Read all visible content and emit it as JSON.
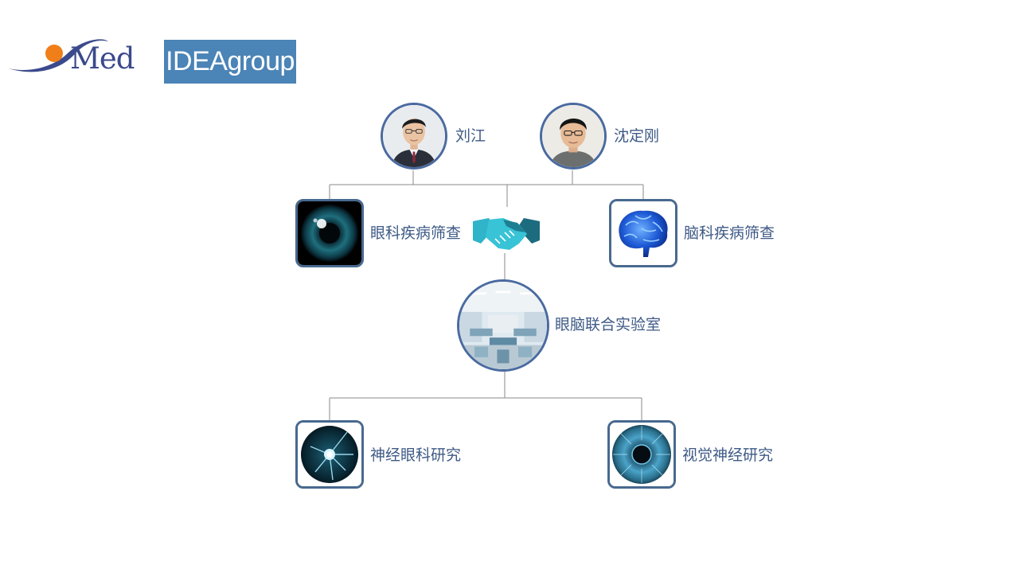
{
  "header": {
    "logo_text": "Med",
    "group_name": "IDEAgroup"
  },
  "leaders": [
    {
      "name": "刘江"
    },
    {
      "name": "沈定刚"
    }
  ],
  "screening": [
    {
      "label": "眼科疾病筛查"
    },
    {
      "label": "脑科疾病筛查"
    }
  ],
  "lab": {
    "label": "眼脑联合实验室"
  },
  "research": [
    {
      "label": "神经眼科研究"
    },
    {
      "label": "视觉神经研究"
    }
  ],
  "icons": {
    "cooperation": "handshake-icon",
    "eye": "eye-icon",
    "brain": "brain-icon",
    "neuron": "neuron-icon",
    "iris": "iris-icon"
  },
  "colors": {
    "brand_blue": "#4b84b6",
    "node_border": "#4a6aa0",
    "label_text": "#3e5a86",
    "logo_dot": "#f07f1a"
  }
}
